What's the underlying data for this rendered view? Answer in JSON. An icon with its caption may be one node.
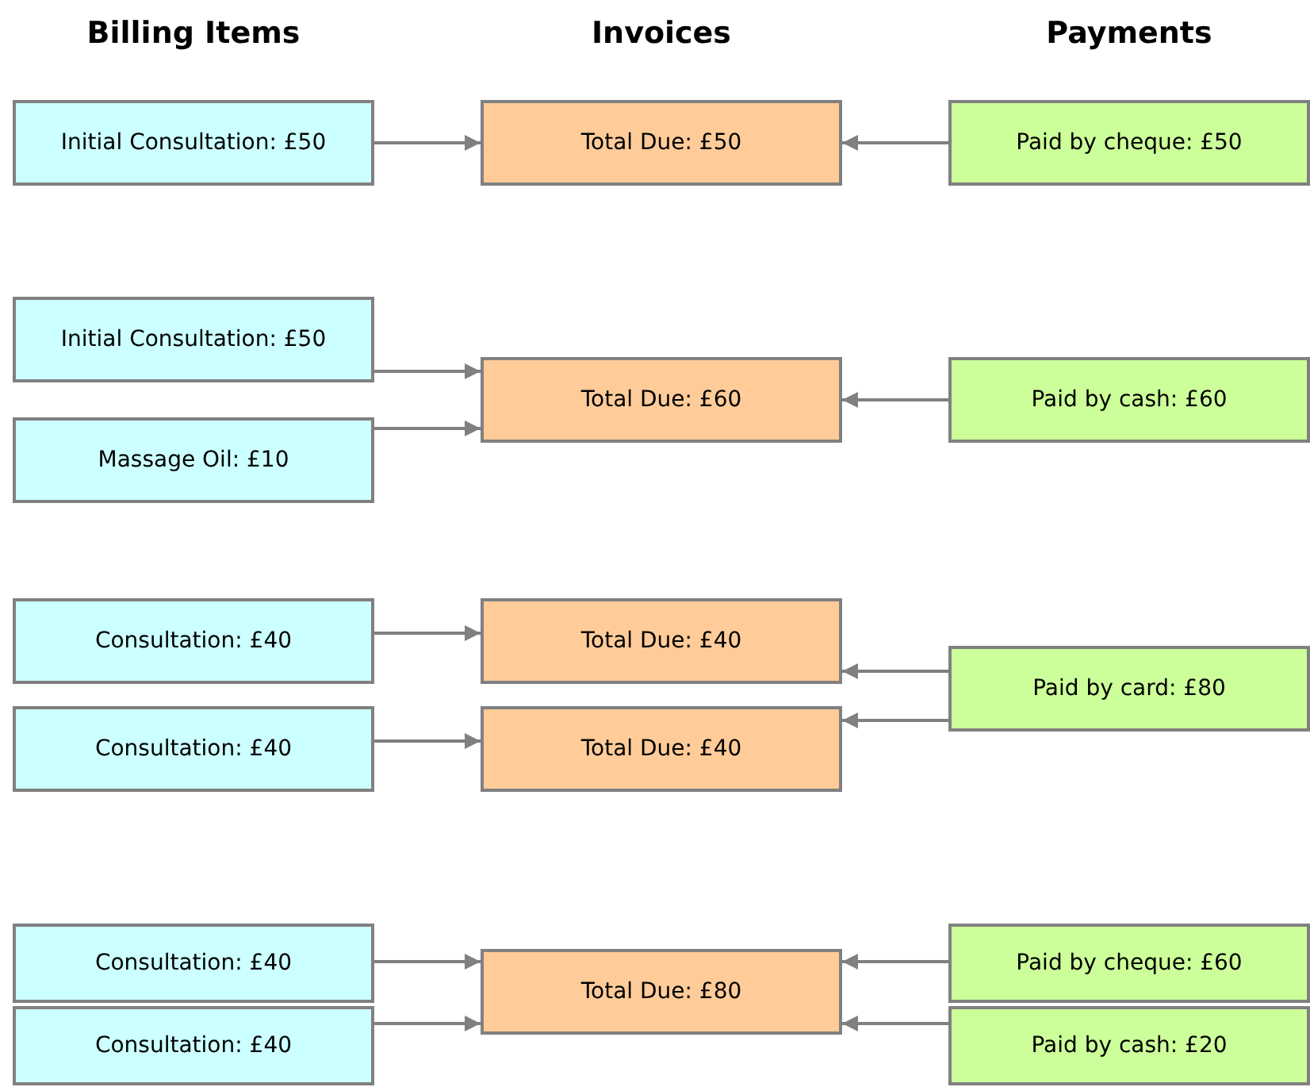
{
  "diagram": {
    "nodes": [
      {
        "text": [
          "Initial Consultation: £50"
        ]
      },
      {
        "text": [
          "Total Due: £50"
        ]
      },
      {
        "text": [
          "Paid by cheque: £50"
        ]
      },
      {
        "text": [
          "Initial Consultation: £50"
        ]
      },
      {
        "text": [
          "Massage Oil: £10"
        ]
      },
      {
        "text": [
          "Total Due: £60"
        ]
      },
      {
        "text": [
          "Paid by cash: £60"
        ]
      },
      {
        "text": [
          "Consultation: £40"
        ]
      },
      {
        "text": [
          "Consultation: £40"
        ]
      },
      {
        "text": [
          "Total Due: £40"
        ]
      },
      {
        "text": [
          "Total Due: £40"
        ]
      },
      {
        "text": [
          "Paid by card: £80"
        ]
      },
      {
        "text": [
          "Consultation: £40"
        ]
      },
      {
        "text": [
          "Consultation: £40"
        ]
      },
      {
        "text": [
          "Total Due: £80"
        ]
      },
      {
        "text": [
          "Paid by cheque: £60"
        ]
      },
      {
        "text": [
          "Paid by cash: £20"
        ]
      }
    ],
    "edges": [
      {
        "from": 0,
        "to": 1,
        "arrow": "to"
      },
      {
        "from": 2,
        "to": 1,
        "arrow": "to"
      },
      {
        "from": 3,
        "to": 5,
        "arrow": "to"
      },
      {
        "from": 4,
        "to": 5,
        "arrow": "to"
      },
      {
        "from": 6,
        "to": 5,
        "arrow": "to"
      },
      {
        "from": 7,
        "to": 9,
        "arrow": "to"
      },
      {
        "from": 8,
        "to": 10,
        "arrow": "to"
      },
      {
        "from": 11,
        "to": 9,
        "arrow": "to"
      },
      {
        "from": 11,
        "to": 10,
        "arrow": "to"
      },
      {
        "from": 12,
        "to": 14,
        "arrow": "to"
      },
      {
        "from": 13,
        "to": 14,
        "arrow": "to"
      },
      {
        "from": 15,
        "to": 14,
        "arrow": "to"
      },
      {
        "from": 16,
        "to": 14,
        "arrow": "to"
      }
    ],
    "labels": [
      "Billing Items",
      "Invoices",
      "Payments"
    ]
  }
}
